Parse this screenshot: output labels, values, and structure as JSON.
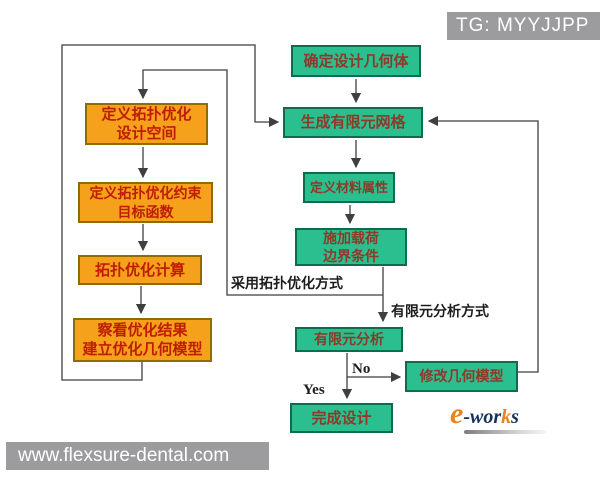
{
  "colors": {
    "orange_fill": "#f5a11c",
    "orange_border": "#8f6b00",
    "orange_text": "#bf1d00",
    "green_fill": "#2bbe8f",
    "green_border": "#0a6e4d",
    "green_text": "#8d3a28",
    "line": "#3f3f3f",
    "watermark_bg": "#9c9c9e",
    "watermark_text": "#ffffff",
    "logo_orange": "#e8831d",
    "logo_navy": "#16315b"
  },
  "watermarks": {
    "tag": "TG: MYYJJPP",
    "website": "www.flexsure-dental.com"
  },
  "flowchart": {
    "topo_branch": [
      {
        "line1": "定义拓扑优化",
        "line2": "设计空间"
      },
      {
        "line1": "定义拓扑优化约束",
        "line2": "目标函数"
      },
      {
        "line1": "拓扑优化计算"
      },
      {
        "line1": "察看优化结果",
        "line2": "建立优化几何模型"
      }
    ],
    "fea_branch": [
      {
        "line1": "确定设计几何体"
      },
      {
        "line1": "生成有限元网格"
      },
      {
        "line1": "定义材料属性"
      },
      {
        "line1": "施加载荷",
        "line2": "边界条件"
      },
      {
        "line1": "有限元分析"
      },
      {
        "line1": "修改几何模型"
      },
      {
        "line1": "完成设计"
      }
    ],
    "labels": {
      "topo_path": "采用拓扑优化方式",
      "fea_path": "有限元分析方式",
      "no": "No",
      "yes": "Yes"
    }
  },
  "logo": {
    "e": "e",
    "dash": "-",
    "part1": "wor",
    "part2": "k",
    "part3": "s"
  }
}
